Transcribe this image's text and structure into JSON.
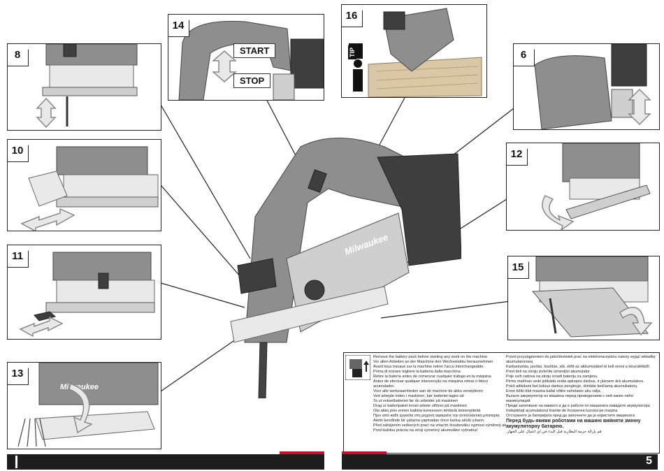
{
  "panels": {
    "p8": "8",
    "p10": "10",
    "p11": "11",
    "p13": "13",
    "p14": "14",
    "p16": "16",
    "p6": "6",
    "p12": "12",
    "p15": "15"
  },
  "switch": {
    "start": "START",
    "stop": "STOP"
  },
  "tip": {
    "label": "TIP"
  },
  "brand": "Milwaukee",
  "instructions": {
    "left": [
      "Remove the battery pack before starting any work on the machine",
      "Vor allen Arbeiten an der Maschine den Wechselakku herausnehmen",
      "Avant tous travaux sur la machine retirer l'accu interchangeable.",
      "Prima di iniziare togliere la batteria dalla macchina",
      "Retire la batería antes de comenzar cualquier trabajo en la máquina",
      "Antes de efectuar qualquer intervenção na máquina retirar o bloco acumulador.",
      "Voor alle werkzaamheden aan de machine de akku verwijderen",
      "Ved arbejde inden i maskinen, bør batteriet tages ud",
      "Ta ut vekselbatteriet før du arbeider på maskinen",
      "Drag ur batteripaket innan arbete utföres på maskinen",
      "Ota akku pois ennen kaikkia koneeseen tehtäviä toimenpiteitä",
      "Πριν από κάθε εργασία στη μηχανή αφαιρείτε την ανταλλακτική μπαταρία.",
      "Aletin kendinde bir çalışma yapmadan önce kartuş akülü çıkarın.",
      "Před zahájením veškerých prací na vrtacím šroubováku vyjmout výměnný akumulátor",
      "Pred každou prácou na stroji vymenný akumulátor vybratnuť"
    ],
    "right": [
      "Przed przystąpieniem do jakichkolwiek prac na elektronarzędziu należy wyjąć wkładkę akumulatorową",
      "Karbantartás, javítás, tisztítás, stb. előtt az akkumulátort ki kell venni a készülékből.",
      "Pred deli na stroju izvlečite izmenljivi akumulator",
      "Prije svih radova na stroju izvadi bateriju za zamjenu.",
      "Pirms mašīnas veikt jebkāda veida apkopes darbus, ir jāizņem ārā akumulators.",
      "Prieš atlikdami bet kokius darbus įrenginyje, išimkite keičiamą akumuliatorių",
      "Enne kõiki töid masina kallal võtke vahetatav aku välja.",
      "Выньте аккумулятор из машины перед проведением с ней каких-либо манипуляций",
      "Преди започване на каквато и да е работи по машината извадете акумулатора",
      "Îndepărtați acumulatorul înainte de începerea lucrului pe mașina",
      "Отстранете ја батеријата пред да започнете да ја користите машината",
      "Перед будь-якими роботами на машині вийняти змінну акумуляторну батарею.",
      "قم بإزالة حزمة البطارية قبل البدء في أي أعمال على الجهاز."
    ]
  },
  "page_number": "5",
  "colors": {
    "footer": "#1d1d1d",
    "accent": "#c8102e"
  }
}
